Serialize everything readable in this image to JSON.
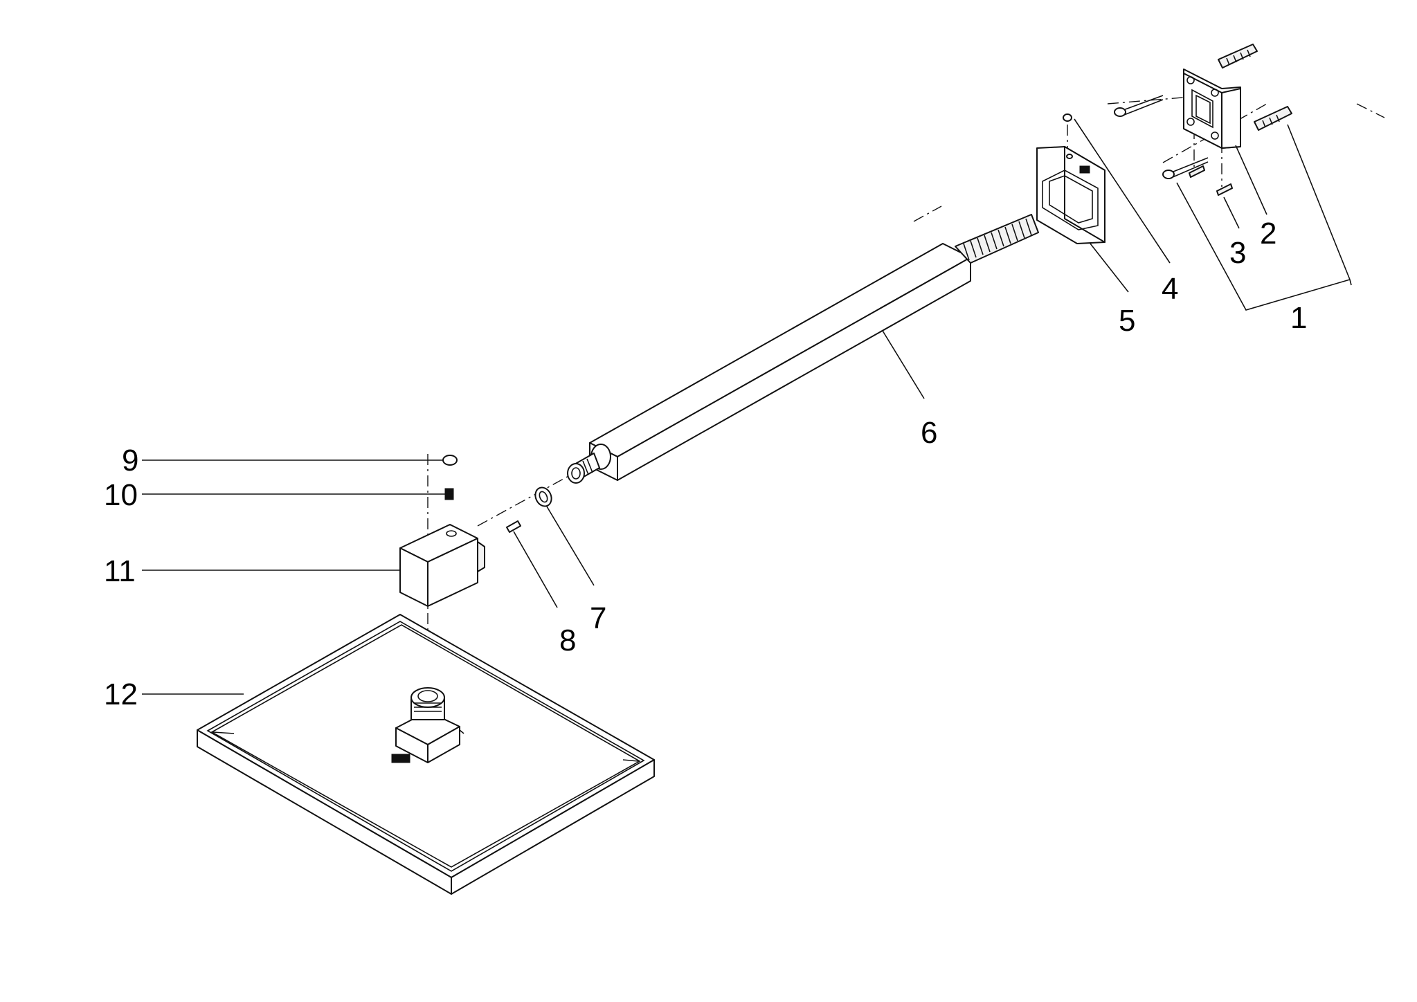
{
  "diagram": {
    "callouts": [
      {
        "id": "1",
        "text": "1"
      },
      {
        "id": "2",
        "text": "2"
      },
      {
        "id": "3",
        "text": "3"
      },
      {
        "id": "4",
        "text": "4"
      },
      {
        "id": "5",
        "text": "5"
      },
      {
        "id": "6",
        "text": "6"
      },
      {
        "id": "7",
        "text": "7"
      },
      {
        "id": "8",
        "text": "8"
      },
      {
        "id": "9",
        "text": "9"
      },
      {
        "id": "10",
        "text": "10"
      },
      {
        "id": "11",
        "text": "11"
      },
      {
        "id": "12",
        "text": "12"
      }
    ]
  }
}
